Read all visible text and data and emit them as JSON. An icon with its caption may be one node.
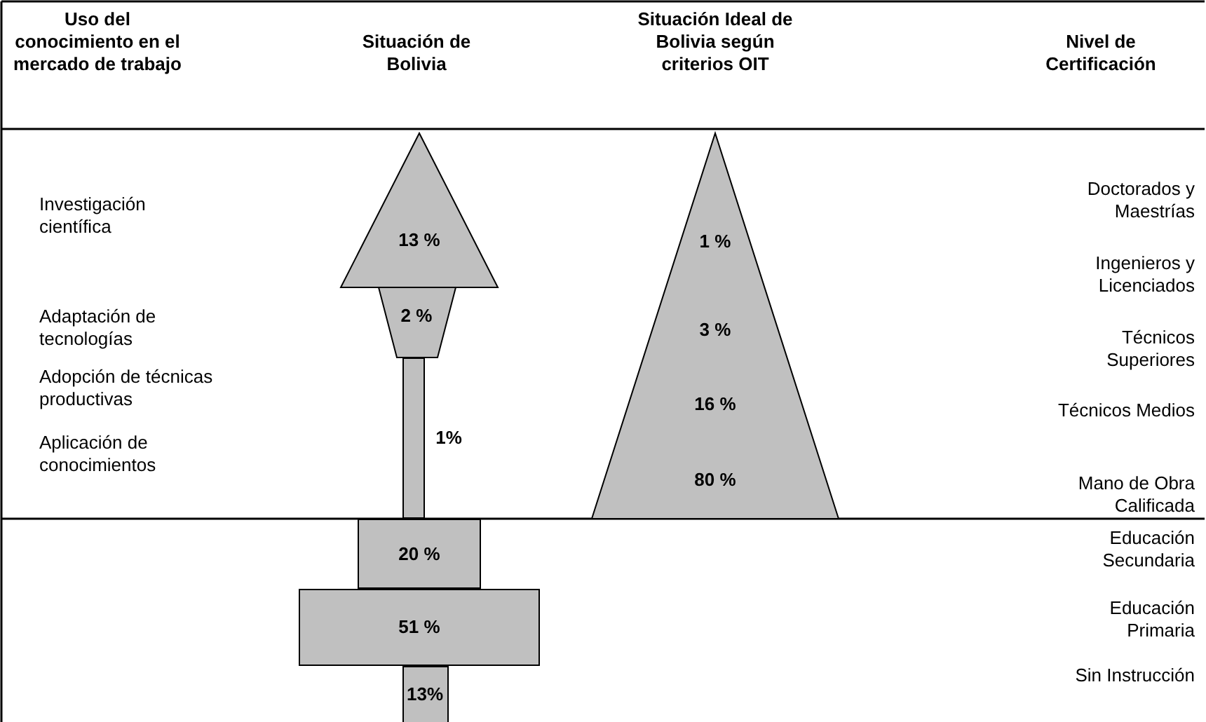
{
  "diagram": {
    "nodes": [
      {
        "text": [
          "13 %"
        ]
      },
      {
        "text": [
          "2 %"
        ]
      },
      {
        "text": [],
        "shape": "bar",
        "beside": [
          "1%"
        ]
      },
      {
        "text": [
          "20 %"
        ]
      },
      {
        "text": [
          "51 %"
        ]
      },
      {
        "text": [
          "13%"
        ]
      },
      {
        "text": [
          "1 %",
          "3 %",
          "16 %",
          "80 %"
        ]
      }
    ],
    "edges": [],
    "labels": [
      "Uso del conocimiento en el mercado de trabajo",
      "Situación de Bolivia",
      "Situación Ideal de Bolivia según criterios OIT",
      "Nivel de Certificación",
      "Investigación científica",
      "Adaptación de tecnologías",
      "Adopción de técnicas productivas",
      "Aplicación de conocimientos",
      "Doctorados y Maestrías",
      "Ingenieros y Licenciados",
      "Técnicos Superiores",
      "Técnicos Medios",
      "Mano de Obra Calificada",
      "Educación Secundaria",
      "Educación Primaria",
      "Sin Instrucción"
    ]
  }
}
